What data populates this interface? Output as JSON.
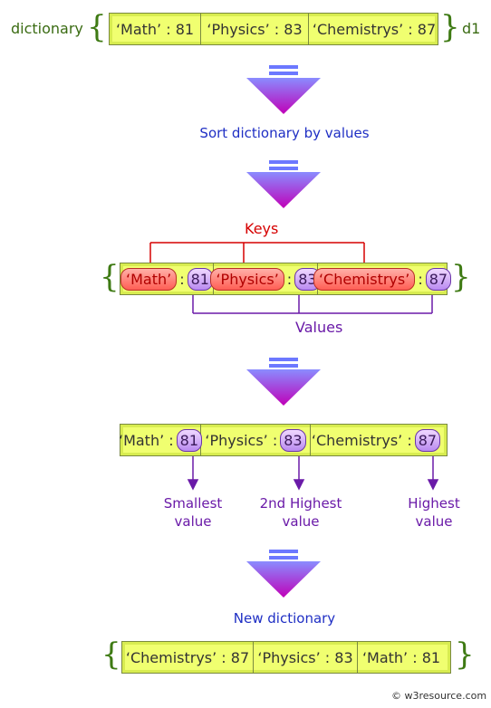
{
  "top": {
    "left_label": "dictionary",
    "right_label": "d1",
    "cells": [
      "‘Math’ : 81",
      "‘Physics’ : 83",
      "‘Chemistrys’ : 87"
    ]
  },
  "step1": "Sort dictionary by values",
  "keys_label": "Keys",
  "values_label": "Values",
  "pairs": [
    {
      "key": "‘Math’",
      "value": "81"
    },
    {
      "key": "‘Physics’",
      "value": "83"
    },
    {
      "key": "‘Chemistrys’",
      "value": "87"
    }
  ],
  "sep": ":",
  "sorted_keys": [
    "‘Math’ :",
    "‘Physics’ :",
    "‘Chemistrys’ :"
  ],
  "notes": {
    "smallest": [
      "Smallest",
      "value"
    ],
    "second": [
      "2nd Highest",
      "value"
    ],
    "highest": [
      "Highest",
      "value"
    ]
  },
  "new_label": "New dictionary",
  "result": [
    "‘Chemistrys’ : 87",
    "‘Physics’ : 83",
    "‘Math’ : 81"
  ],
  "copyright": "© w3resource.com",
  "colors": {
    "arrow_top": "#7e8cff",
    "arrow_bottom": "#c000b8",
    "brace": "#3e7a13",
    "dict_fill": "#f0ff70"
  }
}
